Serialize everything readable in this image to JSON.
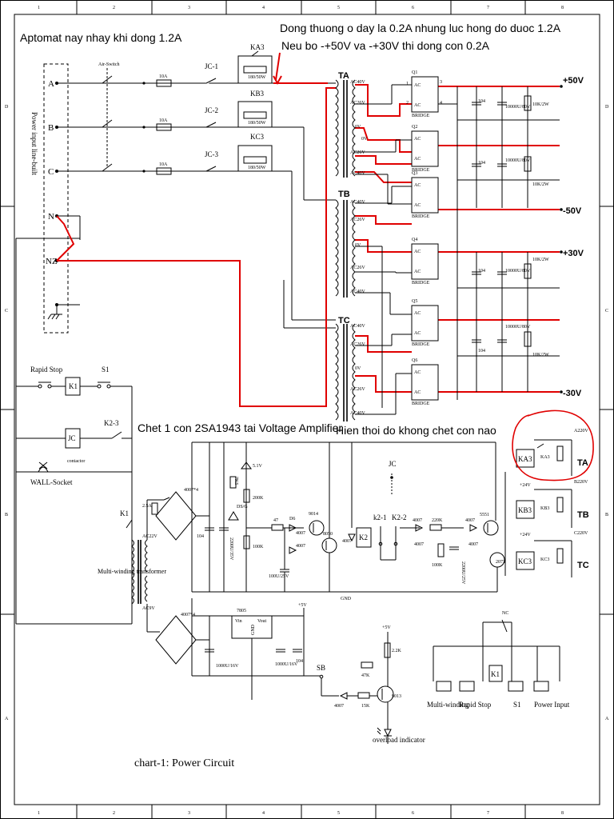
{
  "annotations": {
    "breaker_note": "Aptomat nay nhay khi dong 1.2A",
    "current_note_1": "Dong thuong o day la 0.2A nhung luc hong do duoc 1.2A",
    "current_note_2": "Neu bo -+50V va -+30V thi dong con 0.2A",
    "dead_transistor_note": "Chet 1 con 2SA1943 tai Voltage Amplifier",
    "meter_note": "Hien thoi do khong chet con nao"
  },
  "border": {
    "columns": [
      "1",
      "2",
      "3",
      "4",
      "5",
      "6",
      "7",
      "8"
    ],
    "rows": [
      "D",
      "C",
      "B",
      "A"
    ]
  },
  "input": {
    "title": "Power input line-built",
    "phases": [
      "A",
      "B",
      "C",
      "N",
      "NZ"
    ],
    "air_switch": "Air-Switch",
    "fuse": "10A"
  },
  "contactors": [
    {
      "sw": "JC-1",
      "relay": "KA3",
      "res": "180/50W"
    },
    {
      "sw": "JC-2",
      "relay": "KB3",
      "res": "180/50W"
    },
    {
      "sw": "JC-3",
      "relay": "KC3",
      "res": "180/50W"
    }
  ],
  "transformers": [
    "TA",
    "TB",
    "TC"
  ],
  "taps": {
    "ac40": "AC40V",
    "ac26": "AC26V",
    "zero": "0V"
  },
  "bridges": [
    "Q1",
    "Q2",
    "Q3",
    "Q4",
    "Q5",
    "Q6"
  ],
  "bridge_label": "BRIDGE",
  "bridge_pins": {
    "ac": "AC",
    "p1": "1",
    "p2": "2",
    "p3": "3",
    "p4": "4"
  },
  "filter": {
    "cap_small": "104",
    "cap_big": "10000U/80V",
    "res": "10K/2W"
  },
  "rails": [
    "+50V",
    "-50V",
    "+30V",
    "-30V"
  ],
  "control": {
    "rapid_stop": "Rapid Stop",
    "s1": "S1",
    "k1": "K1",
    "jc": "JC",
    "k2_3": "K2-3",
    "contactor": "contactor",
    "wall_socket": "WALL-Socket",
    "multi_winding": "Multi-winding transformer",
    "ac22": "AC22V",
    "ac9": "AC9V",
    "fuse": "2.5A",
    "bridge": "4007*4",
    "k2": "K2",
    "k2_1": "k2-1",
    "k2_2": "K2-2",
    "cap1": "104",
    "cap2": "2200U/35V",
    "r1": "7K5",
    "r2": "200K",
    "dg": "DS/G",
    "r3": "100K",
    "r4": "47",
    "d6": "D6",
    "d7": "4007",
    "d8": "4007",
    "zener": "5.1V",
    "q9014": "9014",
    "q8050": "8050",
    "cap3": "100U/25V",
    "d5": "4007",
    "r5": "220K",
    "r6": "100K",
    "cap4": "2200U/25V",
    "q5551": "5551",
    "q2073": "2073",
    "d9": "4007",
    "d10": "4007",
    "gnd": "GND"
  },
  "relays_right": [
    {
      "name": "KA3",
      "v": "A220V",
      "tr": "TA"
    },
    {
      "name": "KB3",
      "v": "B220V",
      "tr": "TB"
    },
    {
      "name": "KC3",
      "v": "C220V",
      "tr": "TC"
    }
  ],
  "relay_coil": "+24V",
  "regulator": {
    "chip": "7805",
    "vin": "Vin",
    "vout": "Vout",
    "gnd": "GND",
    "out": "+5V",
    "cap1": "1000U/16V",
    "cap2": "1000U/16V",
    "cap3": "104",
    "bridge": "4007*4"
  },
  "overload": {
    "sb": "SB",
    "d": "4007",
    "r1": "15K",
    "r2": "47K",
    "r3": "2.2K",
    "q": "9013",
    "supply": "+5V",
    "label": "overload indicator"
  },
  "bottom_right": {
    "nc": "NC",
    "k1": "K1",
    "labels": [
      "Multi-winding",
      "Rapid Stop",
      "S1",
      "Power Input"
    ]
  },
  "caption": "chart-1:  Power Circuit"
}
